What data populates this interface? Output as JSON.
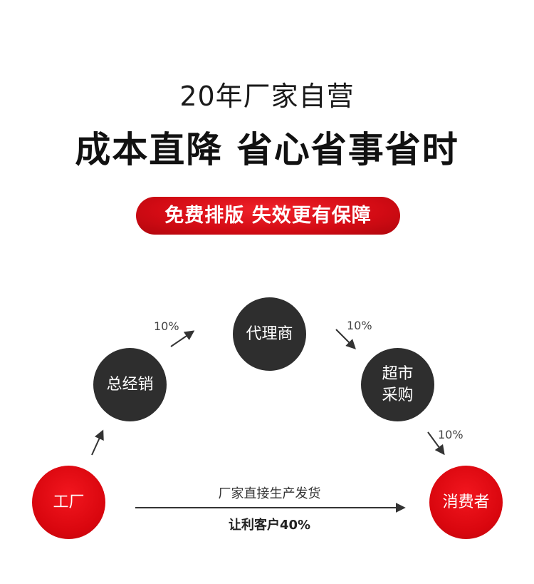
{
  "header": {
    "subtitle": "20年厂家自营",
    "headline": "成本直降 省心省事省时",
    "badge": "免费排版 失效更有保障"
  },
  "nodes": {
    "factory": "工厂",
    "general_distributor": "总经销",
    "agent": "代理商",
    "supermarket_line1": "超市",
    "supermarket_line2": "采购",
    "consumer": "消费者"
  },
  "edges": {
    "distributor_to_agent_pct": "10%",
    "agent_to_supermarket_pct": "10%",
    "supermarket_to_consumer_pct": "10%"
  },
  "direct": {
    "label": "厂家直接生产发货",
    "saving": "让利客户40%"
  },
  "colors": {
    "accent_red": "#d9060e",
    "node_dark": "#2e2e2e"
  }
}
